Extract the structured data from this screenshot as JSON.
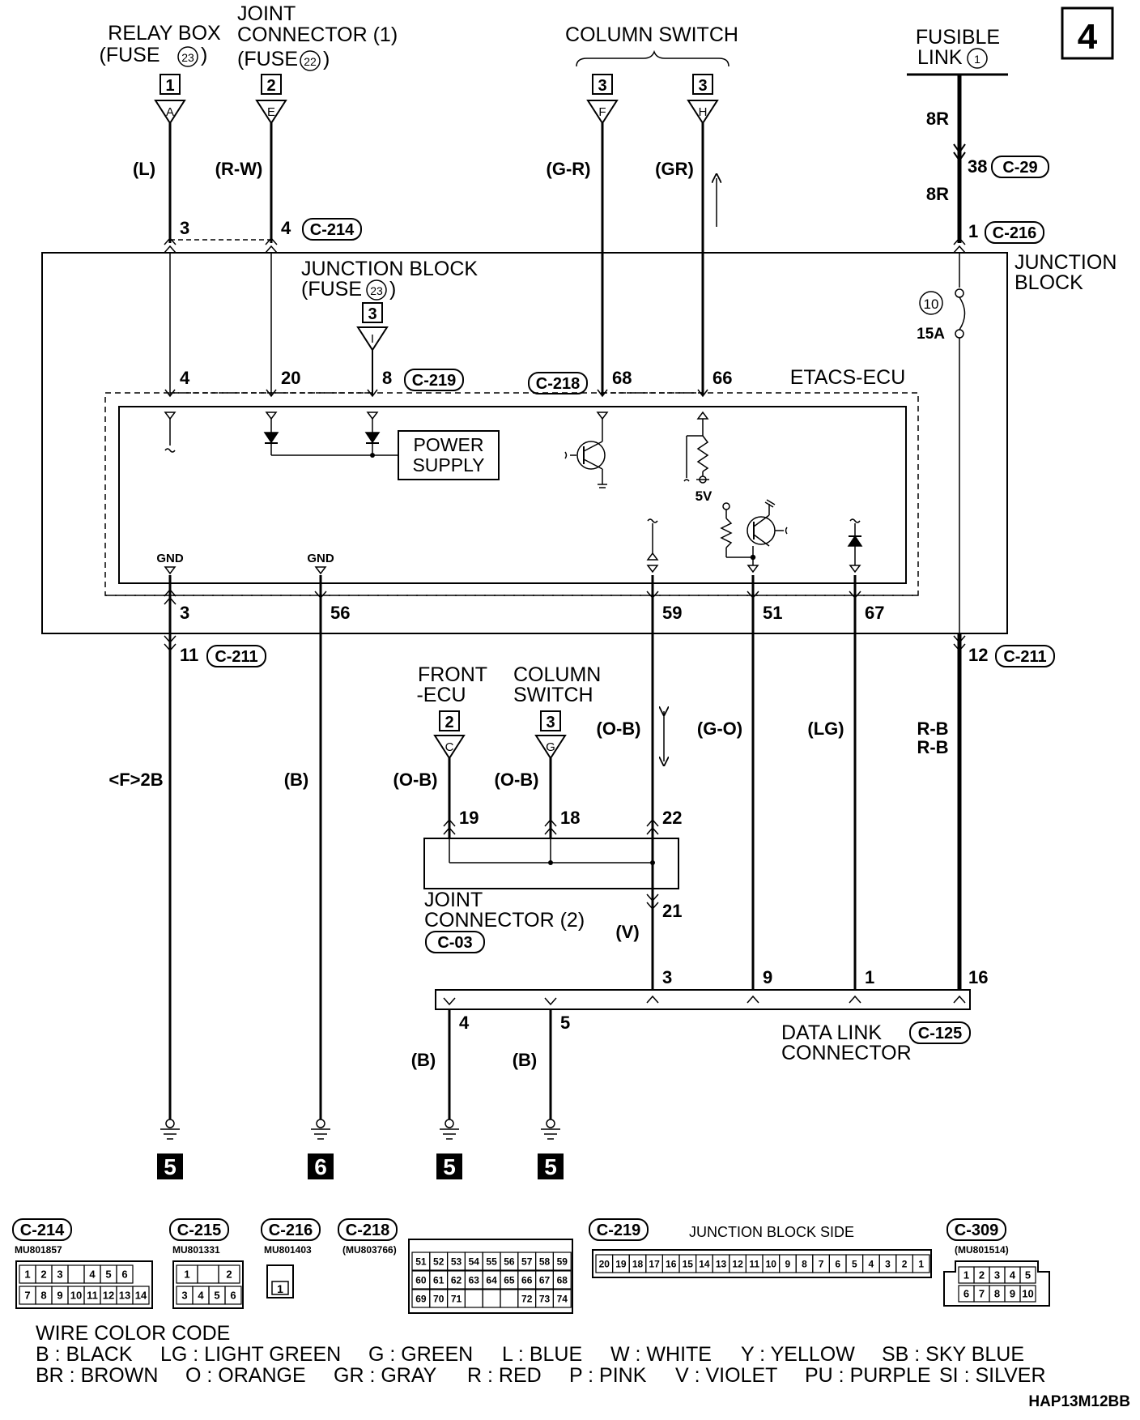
{
  "page_number": "4",
  "figure_id": "HAP13M12BB",
  "top_sources": {
    "relay_box": {
      "line1": "RELAY BOX",
      "line2": "(FUSE",
      "fuse_no": "23",
      "close": ")",
      "box_no": "1",
      "pin": "A",
      "wire_color": "(L)"
    },
    "joint_connector_1": {
      "line1": "JOINT",
      "line2": "CONNECTOR (1)",
      "line3": "(FUSE",
      "fuse_no": "22",
      "close": ")",
      "box_no": "2",
      "pin": "E",
      "wire_color": "(R-W)"
    },
    "column_switch": {
      "label": "COLUMN SWITCH",
      "box_f": "3",
      "pin_f": "F",
      "wire_f": "(G-R)",
      "box_h": "3",
      "pin_h": "H",
      "wire_h": "(GR)"
    },
    "fusible_link": {
      "line1": "FUSIBLE",
      "line2": "LINK",
      "link_no": "1",
      "wire_upper": "8R",
      "pin_upper": "38",
      "conn_upper": "C-29",
      "wire_lower": "8R"
    }
  },
  "junction_block": {
    "label_line1": "JUNCTION",
    "label_line2": "BLOCK",
    "top_pin_3": "3",
    "top_pin_4": "4",
    "top_conn_c214": "C-214",
    "top_pin_1": "1",
    "top_conn_c216": "C-216",
    "inner_label_line1": "JUNCTION BLOCK",
    "inner_label_line2": "(FUSE",
    "inner_fuse_no": "23",
    "inner_close": ")",
    "inner_box_no": "3",
    "inner_pin": "I",
    "fuse_number": "10",
    "fuse_rating": "15A",
    "bottom_pin_3": "3",
    "bottom_pin_56": "56",
    "bottom_pin_59": "59",
    "bottom_pin_51": "51",
    "bottom_pin_67": "67",
    "out_pin_11": "11",
    "out_conn_left": "C-211",
    "out_pin_12": "12",
    "out_conn_right": "C-211"
  },
  "etacs_ecu": {
    "label": "ETACS-ECU",
    "pin_4": "4",
    "pin_20": "20",
    "pin_8": "8",
    "conn_c219": "C-219",
    "conn_c218": "C-218",
    "pin_68": "68",
    "pin_66": "66",
    "power_supply_line1": "POWER",
    "power_supply_line2": "SUPPLY",
    "voltage": "5V",
    "gnd_1": "GND",
    "gnd_2": "GND"
  },
  "lower_wiring": {
    "wire_f2b": "<F>2B",
    "wire_b": "(B)",
    "wire_ob_59": "(O-B)",
    "wire_go": "(G-O)",
    "wire_lg": "(LG)",
    "wire_rb_1": "R-B",
    "wire_rb_2": "R-B",
    "front_ecu_line1": "FRONT",
    "front_ecu_line2": "-ECU",
    "front_ecu_box": "2",
    "front_ecu_pin": "C",
    "front_ecu_wire": "(O-B)",
    "col_sw_line1": "COLUMN",
    "col_sw_line2": "SWITCH",
    "col_sw_box": "3",
    "col_sw_pin": "G",
    "col_sw_wire": "(O-B)",
    "jc2_pin_19": "19",
    "jc2_pin_18": "18",
    "jc2_pin_22": "22",
    "jc2_pin_21": "21",
    "jc2_line1": "JOINT",
    "jc2_line2": "CONNECTOR (2)",
    "jc2_conn": "C-03",
    "wire_v": "(V)",
    "dlc_pin_3": "3",
    "dlc_pin_9": "9",
    "dlc_pin_1": "1",
    "dlc_pin_16": "16",
    "dlc_pin_4": "4",
    "dlc_pin_5": "5",
    "dlc_wire_b1": "(B)",
    "dlc_wire_b2": "(B)",
    "dlc_line1": "DATA LINK",
    "dlc_line2": "CONNECTOR",
    "dlc_conn": "C-125"
  },
  "ground_numbers": [
    "5",
    "6",
    "5",
    "5"
  ],
  "connector_views": {
    "c214": {
      "id": "C-214",
      "part": "MU801857",
      "row1": [
        "1",
        "2",
        "3",
        "",
        "4",
        "5",
        "6"
      ],
      "row2": [
        "7",
        "8",
        "9",
        "10",
        "11",
        "12",
        "13",
        "14"
      ]
    },
    "c215": {
      "id": "C-215",
      "part": "MU801331",
      "row1": [
        "1",
        "",
        "2"
      ],
      "row2": [
        "3",
        "4",
        "5",
        "6"
      ]
    },
    "c216": {
      "id": "C-216",
      "part": "MU801403",
      "pin": "1"
    },
    "c218": {
      "id": "C-218",
      "part": "(MU803766)",
      "row1": [
        "51",
        "52",
        "53",
        "54",
        "55",
        "56",
        "57",
        "58",
        "59"
      ],
      "row2": [
        "60",
        "61",
        "62",
        "63",
        "64",
        "65",
        "66",
        "67",
        "68"
      ],
      "row3": [
        "69",
        "70",
        "71",
        "",
        "",
        "",
        "72",
        "73",
        "74"
      ]
    },
    "c219": {
      "id": "C-219",
      "side_label": "JUNCTION BLOCK SIDE",
      "row": [
        "20",
        "19",
        "18",
        "17",
        "16",
        "15",
        "14",
        "13",
        "12",
        "11",
        "10",
        "9",
        "8",
        "7",
        "6",
        "5",
        "4",
        "3",
        "2",
        "1"
      ]
    },
    "c309": {
      "id": "C-309",
      "part": "(MU801514)",
      "row1": [
        "1",
        "2",
        "3",
        "4",
        "5"
      ],
      "row2": [
        "6",
        "7",
        "8",
        "9",
        "10"
      ]
    }
  },
  "wire_color_code": {
    "title": "WIRE COLOR CODE",
    "row1": [
      "B : BLACK",
      "LG : LIGHT GREEN",
      "G : GREEN",
      "L : BLUE",
      "W : WHITE",
      "Y : YELLOW",
      "SB : SKY BLUE"
    ],
    "row2": [
      "BR : BROWN",
      "O : ORANGE",
      "GR : GRAY",
      "R : RED",
      "P : PINK",
      "V : VIOLET",
      "PU : PURPLE",
      "SI : SILVER"
    ]
  }
}
